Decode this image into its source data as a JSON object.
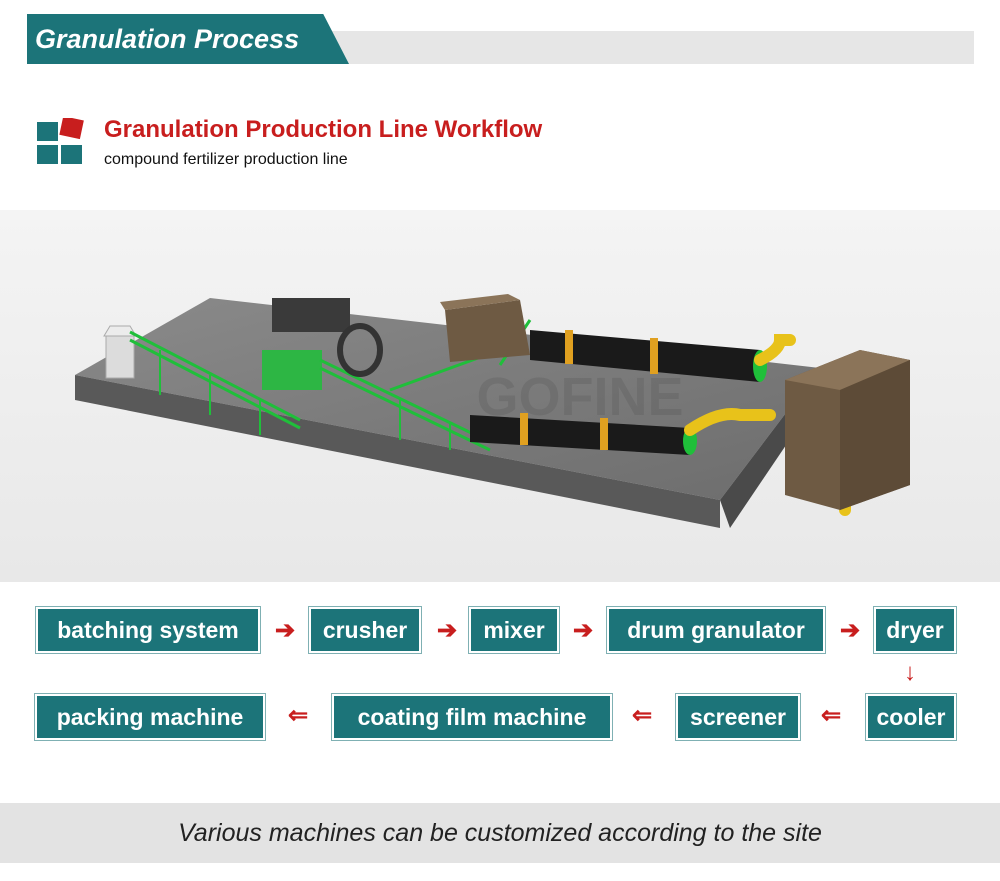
{
  "header": {
    "section_title": "Granulation Process"
  },
  "workflow": {
    "title": "Granulation Production Line Workflow",
    "subtitle": "compound fertilizer production line",
    "logo_colors": {
      "teal": "#1c7479",
      "red": "#c81e1e"
    }
  },
  "illustration": {
    "watermark": "GOFINE"
  },
  "flow": {
    "row1": [
      "batching system",
      "crusher",
      "mixer",
      "drum granulator",
      "dryer"
    ],
    "row2": [
      "cooler",
      "screener",
      "coating film machine",
      "packing machine"
    ],
    "arrow_right": "➔",
    "arrow_left": "⇐",
    "arrow_down": "↓",
    "box_color": "#1c7479",
    "arrow_color": "#c81e1e"
  },
  "footer": {
    "note": "Various machines can be customized according to the site"
  }
}
